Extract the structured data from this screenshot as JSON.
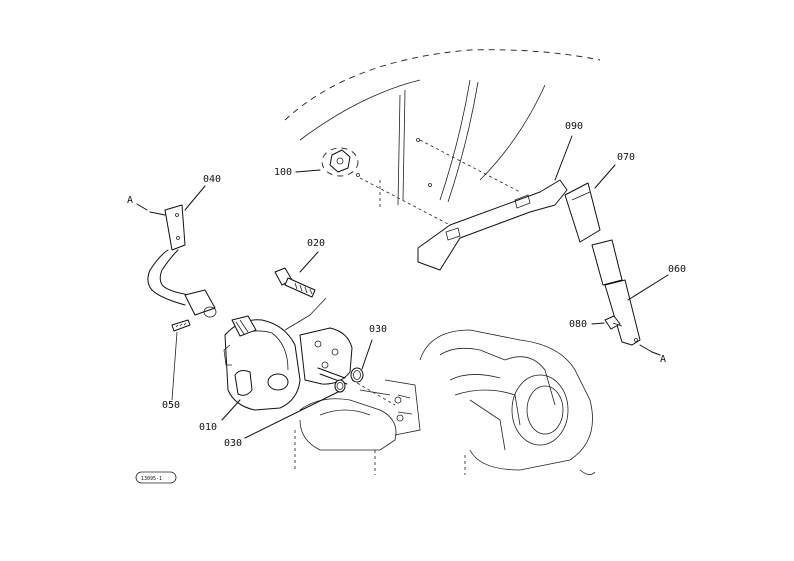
{
  "callouts": {
    "p010": "010",
    "p020": "020",
    "p030a": "030",
    "p030b": "030",
    "p040": "040",
    "p050": "050",
    "p060": "060",
    "p070": "070",
    "p080": "080",
    "p090": "090",
    "p100": "100"
  },
  "refs": {
    "a_left": "A",
    "a_right": "A"
  },
  "stamp": {
    "text": "13095-1"
  }
}
